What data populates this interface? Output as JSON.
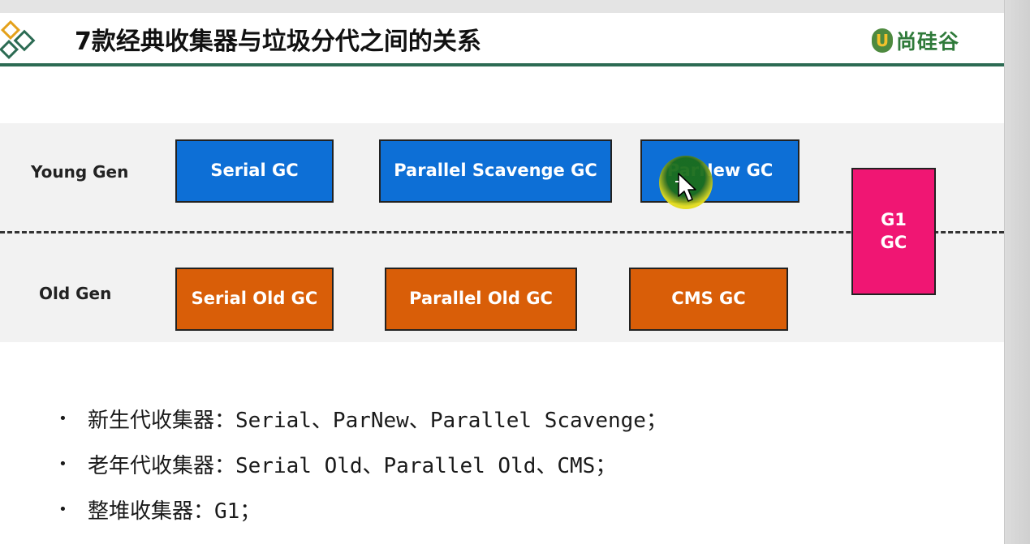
{
  "title": "7款经典收集器与垃圾分代之间的关系",
  "brand": {
    "mark": "U",
    "name": "尚硅谷"
  },
  "generations": {
    "young_label": "Young Gen",
    "old_label": "Old Gen"
  },
  "young_collectors": [
    "Serial GC",
    "Parallel Scavenge GC",
    "ParNew GC"
  ],
  "old_collectors": [
    "Serial Old GC",
    "Parallel Old GC",
    "CMS GC"
  ],
  "whole_heap_collector": {
    "line1": "G1",
    "line2": "GC"
  },
  "bullets": [
    "新生代收集器：Serial、ParNew、Parallel Scavenge；",
    "老年代收集器：Serial Old、Parallel Old、CMS；",
    "整堆收集器：G1；"
  ],
  "colors": {
    "young_box": "#0d6fd6",
    "old_box": "#d95e08",
    "g1_box": "#f01673",
    "title_rule": "#2c6b53"
  }
}
